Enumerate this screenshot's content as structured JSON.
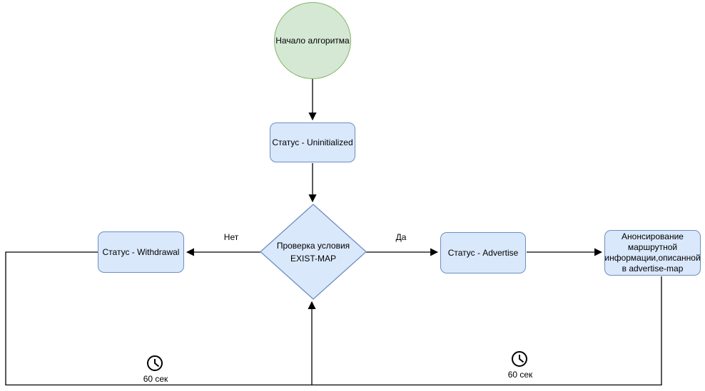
{
  "diagram": {
    "nodes": {
      "start": {
        "label": "Начало алгоритма"
      },
      "uninitialized": {
        "label": "Статус - Uninitialized"
      },
      "decision": {
        "label": "Проверка условия EXIST-MAP"
      },
      "withdrawal": {
        "label": "Статус - Withdrawal"
      },
      "advertise": {
        "label": "Статус - Advertise"
      },
      "announce": {
        "label": "Анонсирование маршрутной информации,описанной в advertise-map"
      }
    },
    "edge_labels": {
      "no": "Нет",
      "yes": "Да"
    },
    "timers": {
      "left_label": "60 сек",
      "right_label": "60 сек",
      "icon": "clock-icon"
    },
    "colors": {
      "canvas_bg": "#ffffff",
      "blue_fill": "#dae8fc",
      "blue_border": "#6c8ebf",
      "green_fill": "#d5e8d4",
      "green_border": "#82b366",
      "line": "#000000",
      "text": "#000000"
    }
  }
}
